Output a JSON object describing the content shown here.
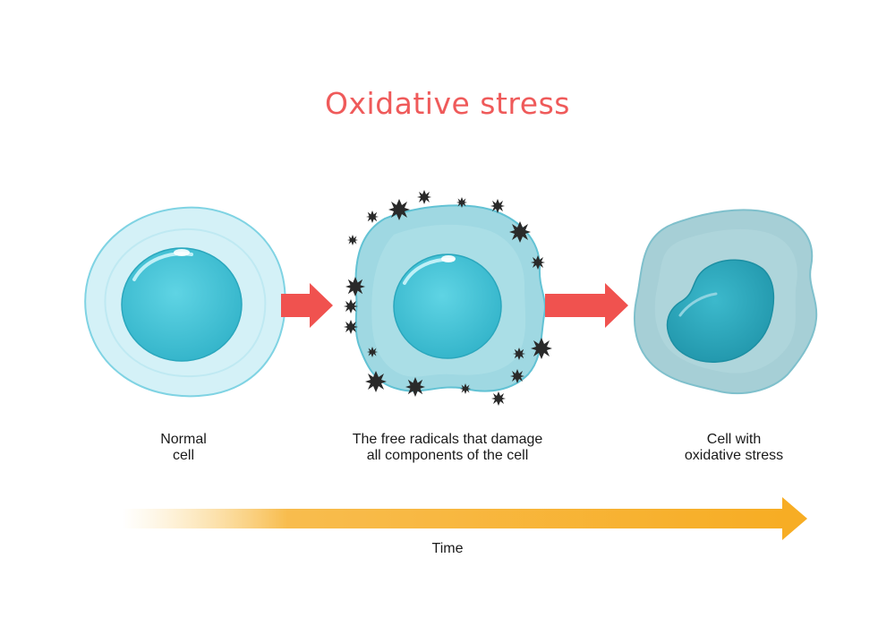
{
  "title": "Oxidative stress",
  "stages": [
    {
      "line1": "Normal",
      "line2": "cell"
    },
    {
      "line1": "The free radicals that damage",
      "line2": "all components of the cell"
    },
    {
      "line1": "Cell with",
      "line2": "oxidative stress"
    }
  ],
  "time_label": "Time",
  "colors": {
    "title": "#ef5a5a",
    "arrow_red": "#f0524f",
    "time_arrow": "#f7ad24",
    "cytoplasm_normal": "#d4f1f7",
    "nucleus": "#44c6d9",
    "cytoplasm_damaged": "#9fd8e2",
    "cytoplasm_stressed": "#a6cfd6",
    "nucleus_stressed": "#2fa9bd",
    "radical": "#2a2a2a"
  }
}
